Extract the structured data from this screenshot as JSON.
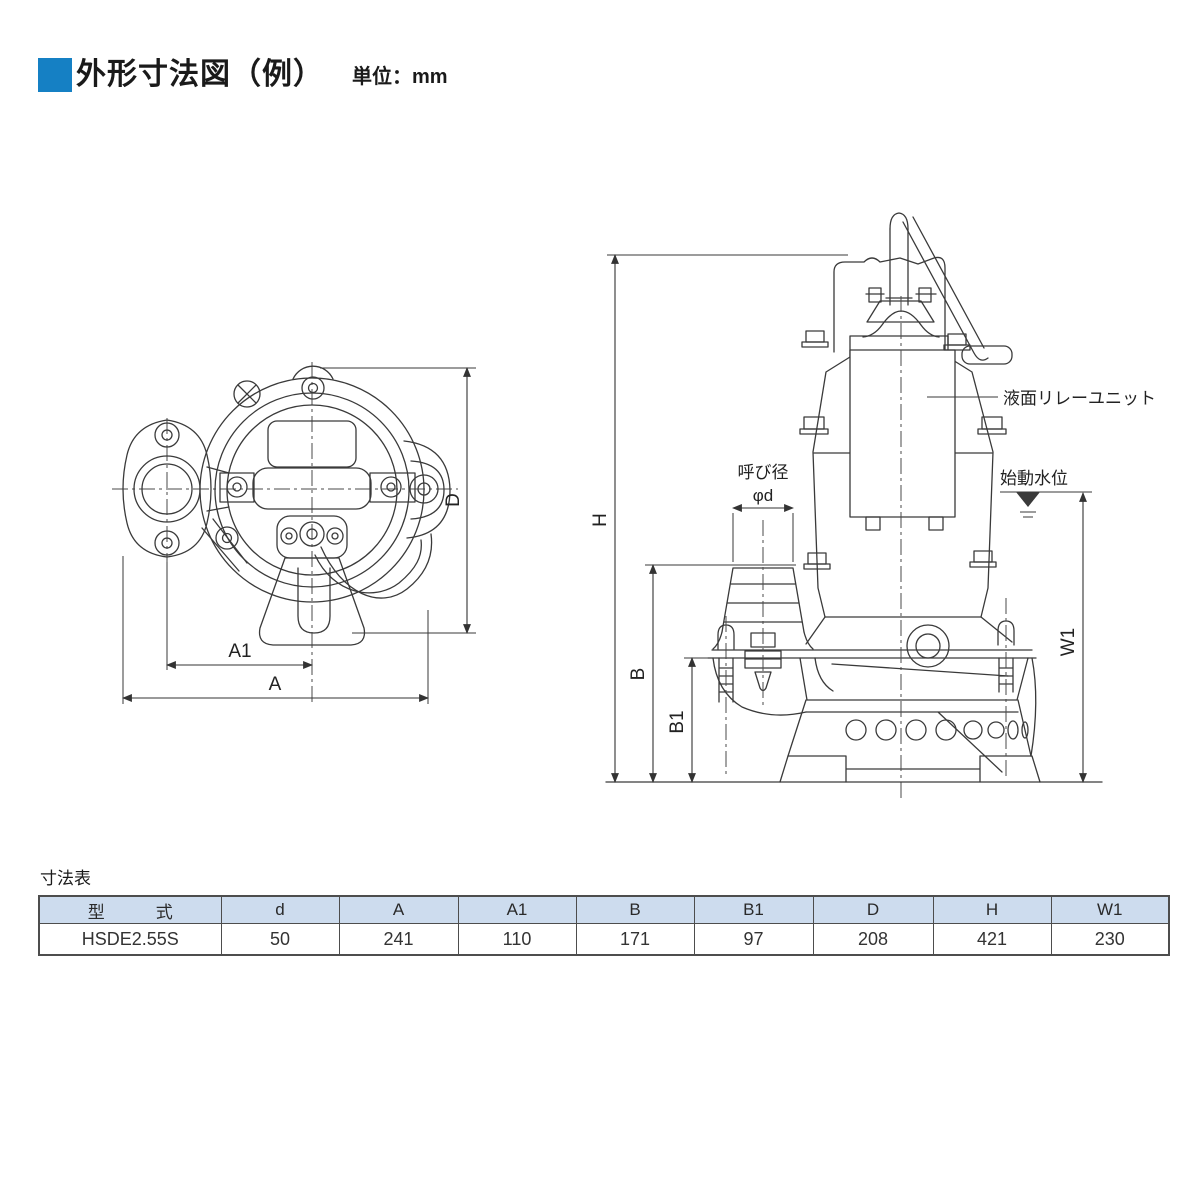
{
  "header": {
    "title": "外形寸法図（例）",
    "unit_label": "単位：mm",
    "accent_color": "#1580c4"
  },
  "figures": {
    "top_view": {
      "dims": {
        "D": "D",
        "A1": "A1",
        "A": "A"
      }
    },
    "side_view": {
      "dims": {
        "H": "H",
        "B": "B",
        "B1": "B1",
        "W1": "W1"
      },
      "labels": {
        "relay_unit": "液面リレーユニット",
        "start_water_level": "始動水位",
        "nominal_dia": "呼び径",
        "phi_d": "φd"
      }
    }
  },
  "table": {
    "title": "寸法表",
    "header_bg": "#cddcee",
    "border_color": "#4d4d4d",
    "columns": [
      "型　　　式",
      "d",
      "A",
      "A1",
      "B",
      "B1",
      "D",
      "H",
      "W1"
    ],
    "rows": [
      [
        "HSDE2.55S",
        "50",
        "241",
        "110",
        "171",
        "97",
        "208",
        "421",
        "230"
      ]
    ]
  }
}
